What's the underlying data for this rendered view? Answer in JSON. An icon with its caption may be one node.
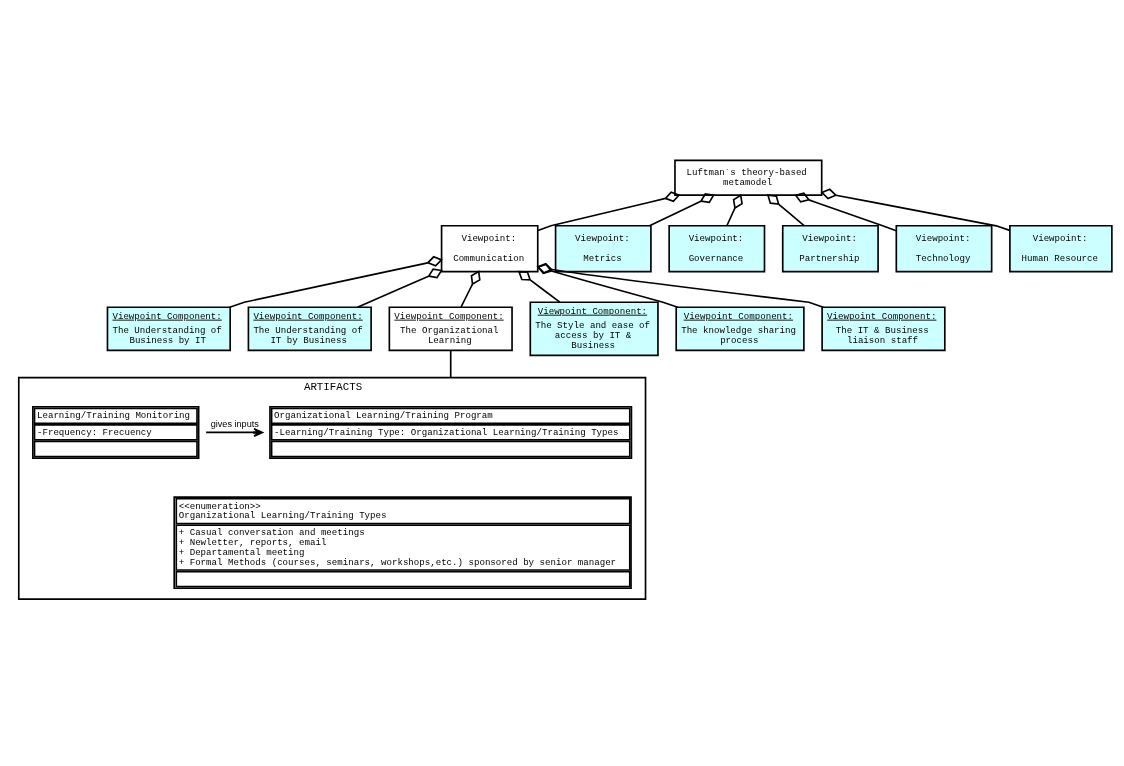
{
  "diagram": {
    "nodes": [
      {
        "text": [
          "Luftman´s theory-based metamodel"
        ]
      },
      {
        "text": [
          "Viewpoint:",
          "Communication"
        ]
      },
      {
        "text": [
          "Viewpoint:",
          "Metrics"
        ]
      },
      {
        "text": [
          "Viewpoint:",
          "Governance"
        ]
      },
      {
        "text": [
          "Viewpoint:",
          "Partnership"
        ]
      },
      {
        "text": [
          "Viewpoint:",
          "Technology"
        ]
      },
      {
        "text": [
          "Viewpoint:",
          "Human Resource"
        ]
      },
      {
        "text": [
          "Viewpoint Component:",
          "The Understanding of Business by IT"
        ]
      },
      {
        "text": [
          "Viewpoint Component:",
          "The Understanding of IT by Business"
        ]
      },
      {
        "text": [
          "Viewpoint Component:",
          "The Organizational Learning"
        ]
      },
      {
        "text": [
          "Viewpoint Component:",
          "The Style and ease of access by IT & Business"
        ]
      },
      {
        "text": [
          "Viewpoint Component:",
          "The knowledge sharing process"
        ]
      },
      {
        "text": [
          "Viewpoint Component:",
          "The IT & Business liaison staff"
        ]
      },
      {
        "text": [
          "ARTIFACTS"
        ]
      },
      {
        "text": [
          "Organizational Learning/Training Program",
          "-Learning/Training Type: Organizational Learning/Training Types"
        ],
        "in": 13
      },
      {
        "text": [
          "Learning/Training Monitoring",
          "-Frequency: Frecuency"
        ],
        "in": 13
      },
      {
        "text": [
          "<<enumeration>>",
          "Organizational Learning/Training Types",
          "+ Casual conversation and meetings",
          "+ Newletter, reports, email",
          "+ Departamental meeting",
          "+ Formal Methods (courses, seminars, workshops,etc.) sponsored by senior manager"
        ],
        "in": 13
      }
    ],
    "edges": [
      {
        "from": 0,
        "to": 1,
        "arrow": "other"
      },
      {
        "from": 0,
        "to": 2,
        "arrow": "other"
      },
      {
        "from": 0,
        "to": 3,
        "arrow": "other"
      },
      {
        "from": 0,
        "to": 4,
        "arrow": "other"
      },
      {
        "from": 0,
        "to": 5,
        "arrow": "other"
      },
      {
        "from": 0,
        "to": 6,
        "arrow": "other"
      },
      {
        "from": 1,
        "to": 7,
        "arrow": "other"
      },
      {
        "from": 1,
        "to": 8,
        "arrow": "other"
      },
      {
        "from": 1,
        "to": 9,
        "arrow": "other"
      },
      {
        "from": 1,
        "to": 10,
        "arrow": "other"
      },
      {
        "from": 1,
        "to": 11,
        "arrow": "other"
      },
      {
        "from": 1,
        "to": 12,
        "arrow": "other"
      },
      {
        "from": 9,
        "to": 13,
        "arrow": "none"
      },
      {
        "from": 15,
        "to": 14,
        "arrow": "to",
        "label": "gives inputs"
      }
    ]
  }
}
